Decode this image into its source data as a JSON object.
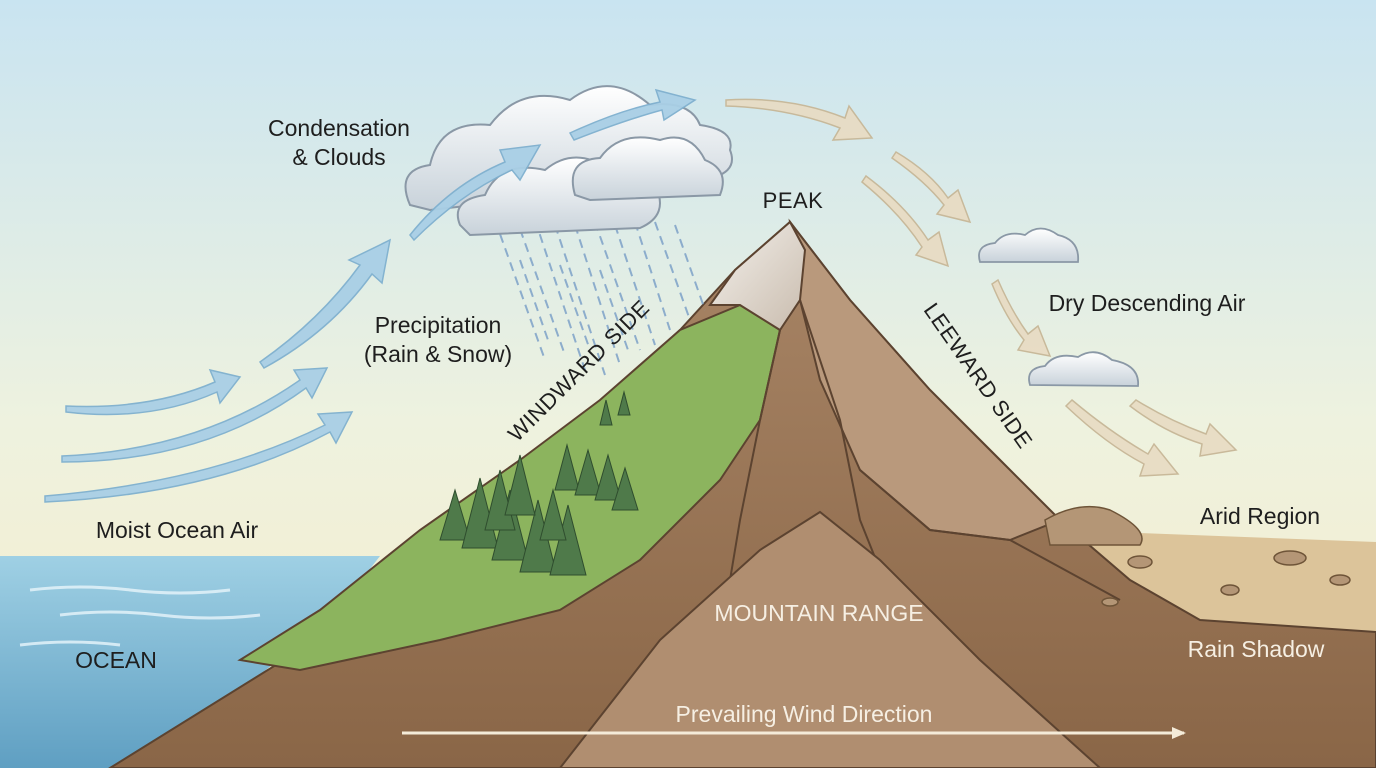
{
  "labels": {
    "condensation_line1": "Condensation",
    "condensation_line2": "& Clouds",
    "precipitation_line1": "Precipitation",
    "precipitation_line2": "(Rain & Snow)",
    "windward_side": "WINDWARD SIDE",
    "peak": "PEAK",
    "leeward_side": "LEEWARD SIDE",
    "dry_descending_air": "Dry Descending Air",
    "arid_region": "Arid Region",
    "moist_ocean_air": "Moist Ocean Air",
    "ocean": "OCEAN",
    "mountain_range": "MOUNTAIN RANGE",
    "rain_shadow": "Rain Shadow",
    "prevailing_wind_direction": "Prevailing Wind Direction"
  },
  "colors": {
    "moist_air_arrow": "#a9cfe6",
    "dry_air_arrow": "#e8dcc4",
    "ocean": "#8ec4dc",
    "windward_slope": "#8cb45e",
    "mountain_rock": "#9a7556",
    "arid_ground": "#dcc49a",
    "rain": "#7ea2c8"
  }
}
